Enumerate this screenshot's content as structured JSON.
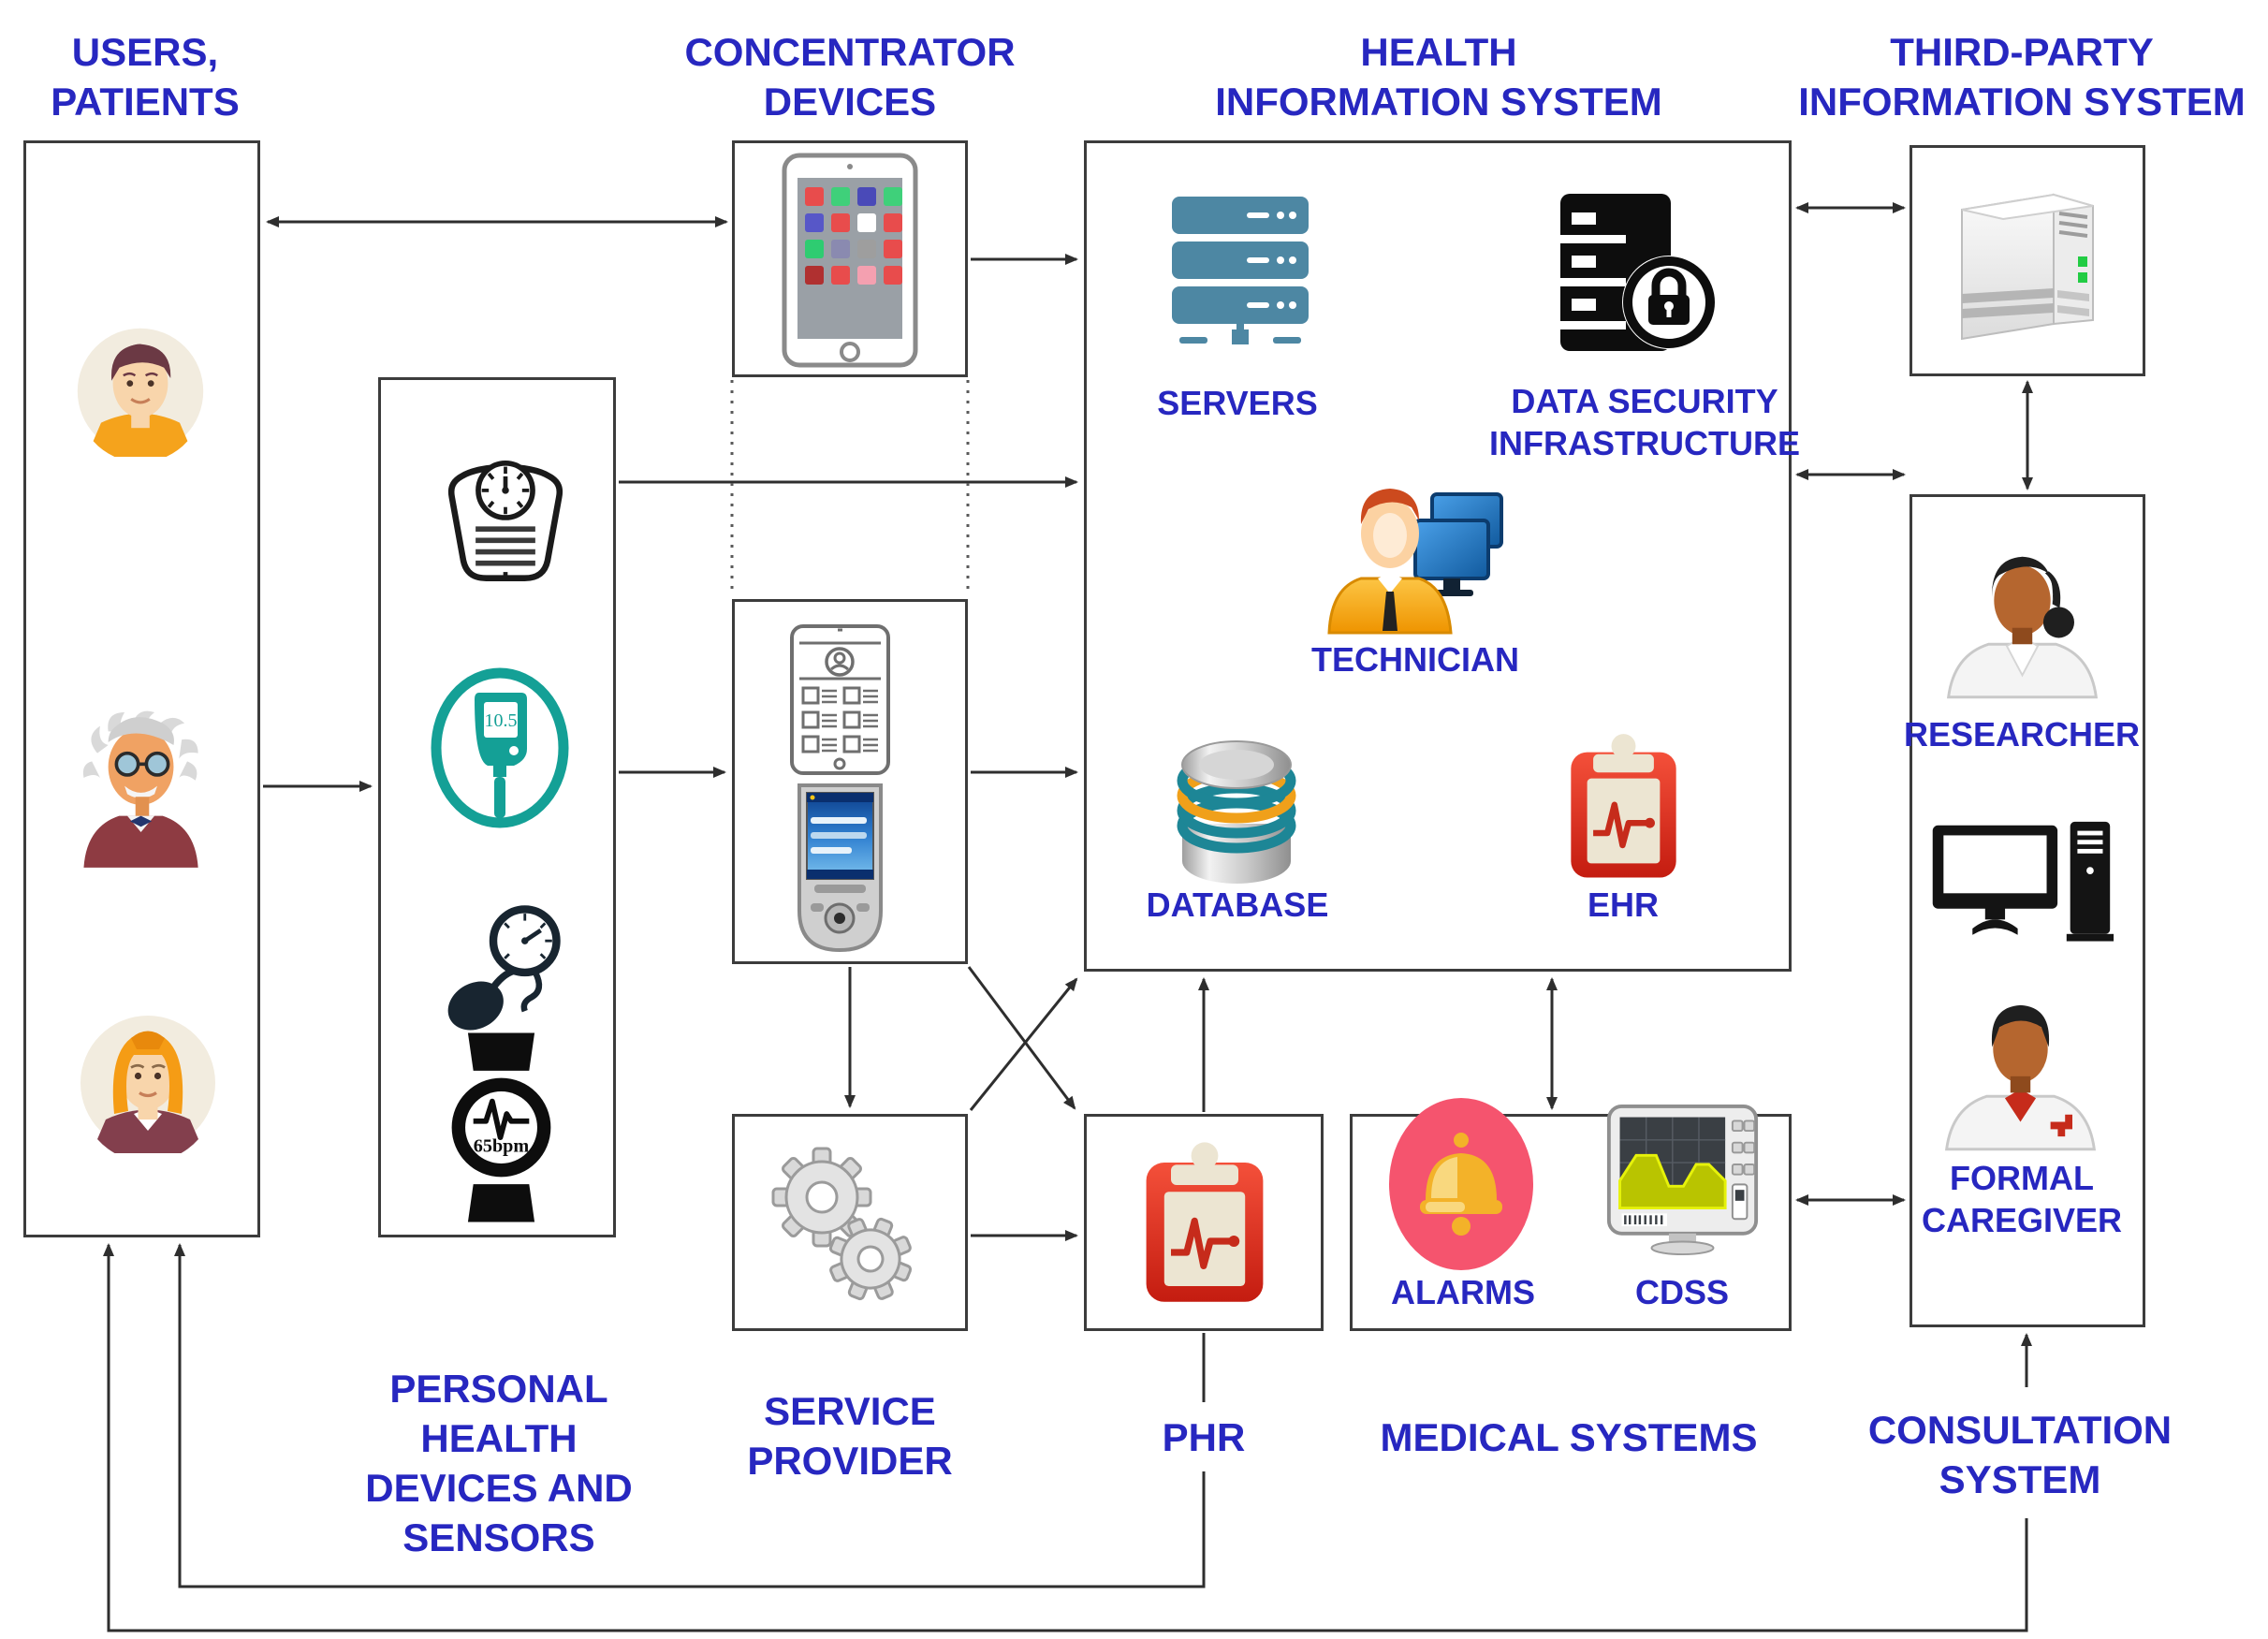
{
  "titles": {
    "users": [
      "USERS,",
      "PATIENTS"
    ],
    "concentrator": [
      "CONCENTRATOR",
      "DEVICES"
    ],
    "his": [
      "HEALTH",
      "INFORMATION SYSTEM"
    ],
    "third_party": [
      "THIRD-PARTY",
      "INFORMATION SYSTEM"
    ]
  },
  "his": {
    "servers": "SERVERS",
    "data_security": [
      "DATA SECURITY",
      "INFRASTRUCTURE"
    ],
    "technician": "TECHNICIAN",
    "database": "DATABASE",
    "ehr": "EHR"
  },
  "medical": {
    "alarms": "ALARMS",
    "cdss": "CDSS"
  },
  "consultation": {
    "researcher": "RESEARCHER",
    "caregiver": [
      "FORMAL",
      "CAREGIVER"
    ]
  },
  "bottom_labels": {
    "sensors": [
      "PERSONAL",
      "HEALTH",
      "DEVICES AND",
      "SENSORS"
    ],
    "service": [
      "SERVICE",
      "PROVIDER"
    ],
    "phr": "PHR",
    "medical": "MEDICAL SYSTEMS",
    "consultation": [
      "CONSULTATION",
      "SYSTEM"
    ]
  },
  "device_readings": {
    "smartwatch": "65bpm",
    "glucose_meter": "10.5"
  },
  "icons": {
    "users_box": [
      "man-avatar",
      "elderly-man-avatar",
      "woman-avatar"
    ],
    "sensors_box": [
      "weight-scale-icon",
      "glucose-meter-icon",
      "blood-pressure-icon",
      "smartwatch-icon"
    ],
    "concentrator_boxes": [
      "tablet-apps-icon",
      "tablet-contacts-icon",
      "pda-icon"
    ],
    "service_box": [
      "gears-icon"
    ],
    "his_box": [
      "servers-icon",
      "data-security-lock-icon",
      "technician-icon",
      "database-icon",
      "ehr-clipboard-icon"
    ],
    "phr_box": [
      "phr-clipboard-icon"
    ],
    "medical_box": [
      "alarm-bell-icon",
      "cdss-monitor-icon"
    ],
    "third_party_box": [
      "server-tower-icon"
    ],
    "consultation_box": [
      "researcher-icon",
      "workstation-icon",
      "formal-caregiver-icon"
    ]
  },
  "colors": {
    "label_blue": "#2727c0",
    "line_dark": "#2e2e2e",
    "servers_teal": "#4d87a3",
    "glucose_teal": "#14a096",
    "record_red": "#e23120",
    "alarm_pink": "#f5546e",
    "bell_gold": "#f3b229",
    "monitor_blue": "#2379cc",
    "shirt_orange": "#f5a31c",
    "db_ring_teal": "#1d8696",
    "db_ring_orange": "#f0a01a"
  }
}
